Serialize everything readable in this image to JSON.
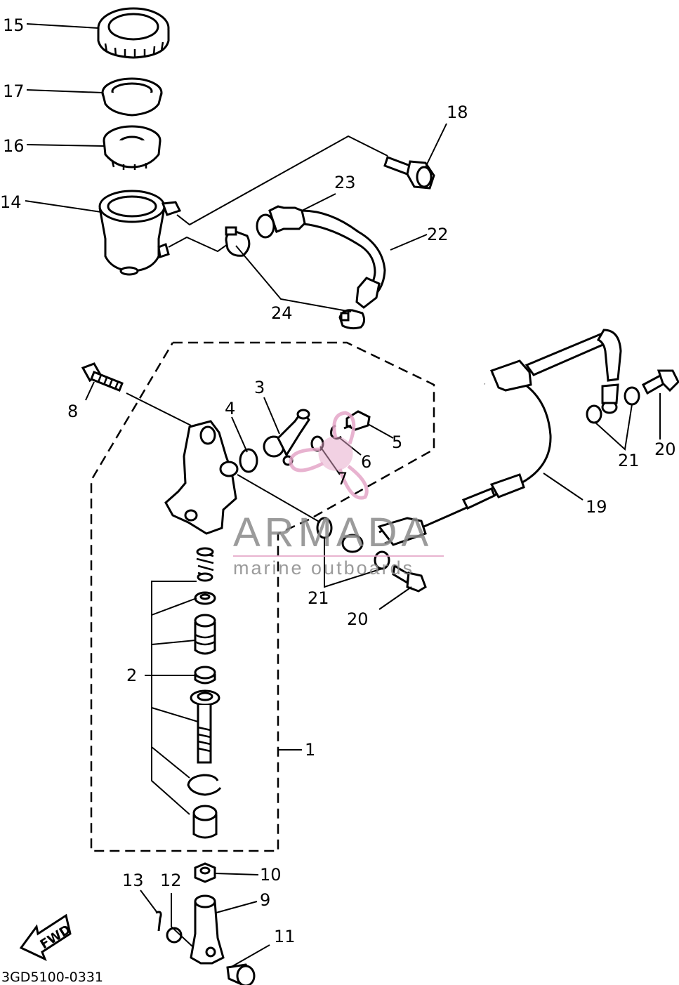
{
  "callouts": {
    "n1": "1",
    "n2": "2",
    "n3": "3",
    "n4": "4",
    "n5": "5",
    "n6": "6",
    "n7": "7",
    "n8": "8",
    "n9": "9",
    "n10": "10",
    "n11": "11",
    "n12": "12",
    "n13": "13",
    "n14": "14",
    "n15": "15",
    "n16": "16",
    "n17": "17",
    "n18": "18",
    "n19": "19",
    "n20a": "20",
    "n20b": "20",
    "n21a": "21",
    "n21b": "21",
    "n22": "22",
    "n23": "23",
    "n24": "24"
  },
  "fwd_label": "FWD",
  "diagram_code": "3GD5100-0331",
  "watermark": {
    "title": "ARMADA",
    "subtitle": "marine outboards",
    "logo_color": "#e5a6c8",
    "text_color": "#8a8a8a"
  }
}
